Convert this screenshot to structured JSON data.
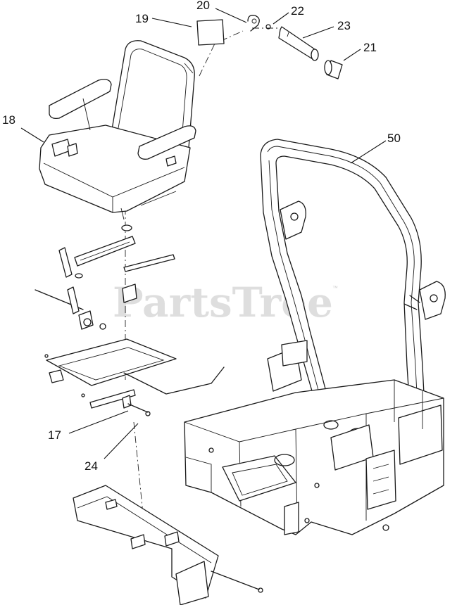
{
  "watermark": {
    "text": "PartsTree",
    "mark": "™"
  },
  "callouts": [
    {
      "id": "19",
      "label": "19"
    },
    {
      "id": "20",
      "label": "20"
    },
    {
      "id": "22",
      "label": "22"
    },
    {
      "id": "23",
      "label": "23"
    },
    {
      "id": "21",
      "label": "21"
    },
    {
      "id": "18",
      "label": "18"
    },
    {
      "id": "50",
      "label": "50"
    },
    {
      "id": "17",
      "label": "17"
    },
    {
      "id": "24",
      "label": "24"
    }
  ]
}
